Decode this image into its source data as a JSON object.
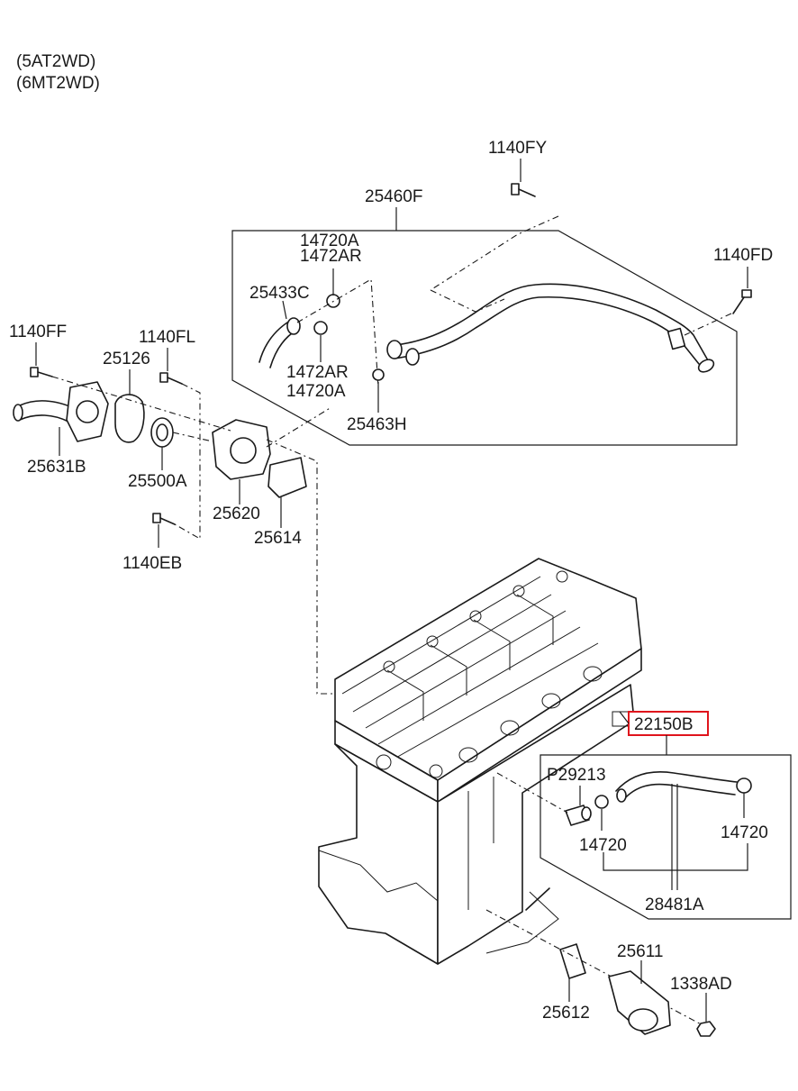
{
  "variants": [
    "(5AT2WD)",
    "(6MT2WD)"
  ],
  "highlight_color": "#e0141c",
  "parts": {
    "p1140FY": "1140FY",
    "p25460F": "25460F",
    "p1140FD": "1140FD",
    "p14720A_top": "14720A",
    "p1472AR_top": "1472AR",
    "p25433C": "25433C",
    "p1472AR_bot": "1472AR",
    "p14720A_bot": "14720A",
    "p25463H": "25463H",
    "p1140FF": "1140FF",
    "p25126": "25126",
    "p1140FL": "1140FL",
    "p25631B": "25631B",
    "p25500A": "25500A",
    "p25620": "25620",
    "p25614": "25614",
    "p1140EB": "1140EB",
    "p22150B": "22150B",
    "pP29213": "P29213",
    "p14720_left": "14720",
    "p14720_right": "14720",
    "p28481A": "28481A",
    "p25611": "25611",
    "p1338AD": "1338AD",
    "p25612": "25612"
  }
}
